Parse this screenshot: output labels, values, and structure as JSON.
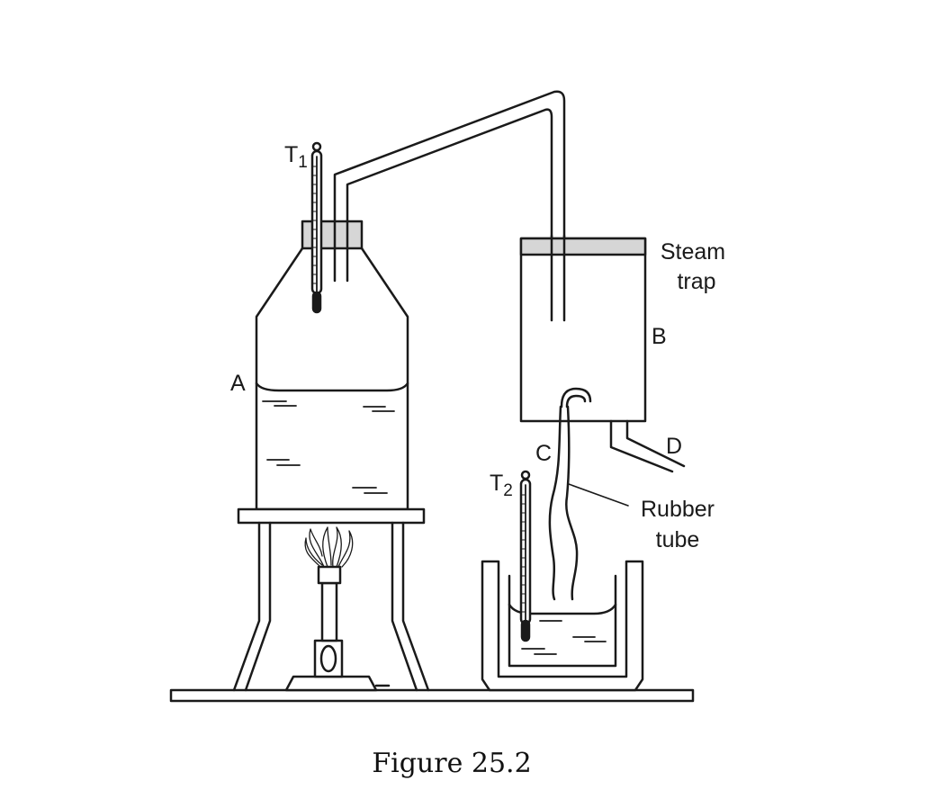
{
  "labels": {
    "t1_letter": "T",
    "t1_sub": "1",
    "t2_letter": "T",
    "t2_sub": "2",
    "a": "A",
    "b": "B",
    "c": "C",
    "d": "D",
    "steam_line1": "Steam",
    "steam_line2": "trap",
    "rubber_line1": "Rubber",
    "rubber_line2": "tube"
  },
  "caption": "Figure 25.2",
  "colors": {
    "stroke": "#1a1a1a",
    "stopper": "#d6d6d6",
    "background": "#ffffff"
  }
}
